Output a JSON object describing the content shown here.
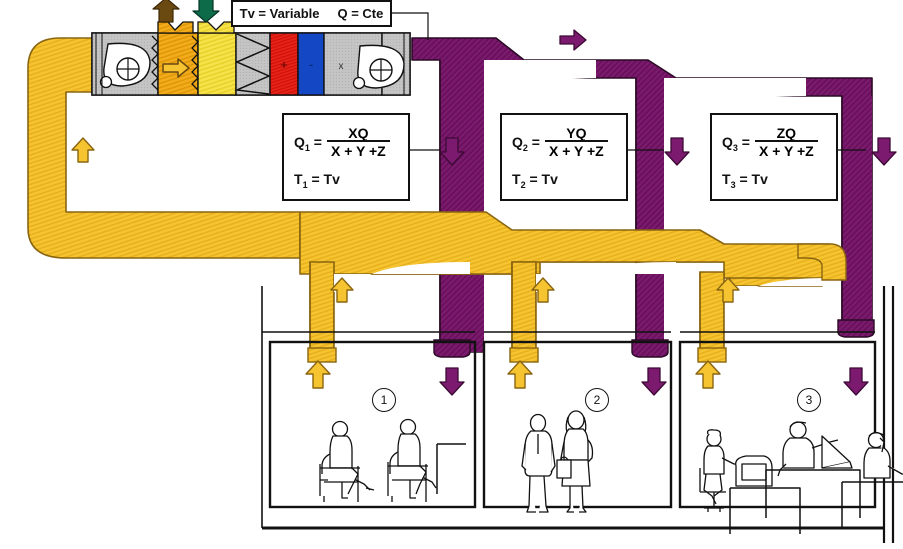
{
  "diagram": {
    "title_box": {
      "tv": "Tv = Variable",
      "q": "Q = Cte"
    },
    "colors": {
      "supply_yellow": "#F5C430",
      "return_purple": "#7B1A6E",
      "heating_coil": "#E8231A",
      "cooling_coil": "#1447C4",
      "casing_gray": "#BFBFBF",
      "mixing_orange": "#F3AC1B",
      "filter_yellow": "#F5E03A",
      "exhaust_arrow": "#6B4A12",
      "intake_arrow": "#0E6B4A",
      "outline": "#111111"
    },
    "ahu": {
      "label": "air-handling-unit",
      "sections": [
        {
          "name": "return-fan-section",
          "fill": "#BFBFBF"
        },
        {
          "name": "mixing-section",
          "fill": "#F3AC1B"
        },
        {
          "name": "preheat-section",
          "fill": "#F5E03A"
        },
        {
          "name": "filter-section",
          "fill": "#BFBFBF"
        },
        {
          "name": "heating-coil-section",
          "fill": "#E8231A",
          "symbol": "+"
        },
        {
          "name": "cooling-coil-section",
          "fill": "#1447C4",
          "symbol": "-"
        },
        {
          "name": "humidifier-section",
          "fill": "#BFBFBF",
          "symbol": "x  x"
        },
        {
          "name": "supply-fan-section",
          "fill": "#BFBFBF"
        }
      ],
      "exhaust_arrow": "up",
      "intake_arrow": "down",
      "mixing_arrow": "right"
    },
    "formulas": [
      {
        "q_label": "Q",
        "q_sub": "1",
        "numerator": "XQ",
        "denominator": "X + Y +Z",
        "t_label": "T",
        "t_sub": "1",
        "t_value": "= Tv"
      },
      {
        "q_label": "Q",
        "q_sub": "2",
        "numerator": "YQ",
        "denominator": "X + Y +Z",
        "t_label": "T",
        "t_sub": "2",
        "t_value": "= Tv"
      },
      {
        "q_label": "Q",
        "q_sub": "3",
        "numerator": "ZQ",
        "denominator": "X + Y +Z",
        "t_label": "T",
        "t_sub": "3",
        "t_value": "= Tv"
      }
    ],
    "rooms": [
      {
        "number": "1",
        "occupants": "two-seated-people"
      },
      {
        "number": "2",
        "occupants": "two-standing-people"
      },
      {
        "number": "3",
        "occupants": "three-office-workers"
      }
    ],
    "flow_arrows": {
      "supply_direction": "up",
      "return_direction": "down",
      "main_return_direction": "right"
    }
  }
}
